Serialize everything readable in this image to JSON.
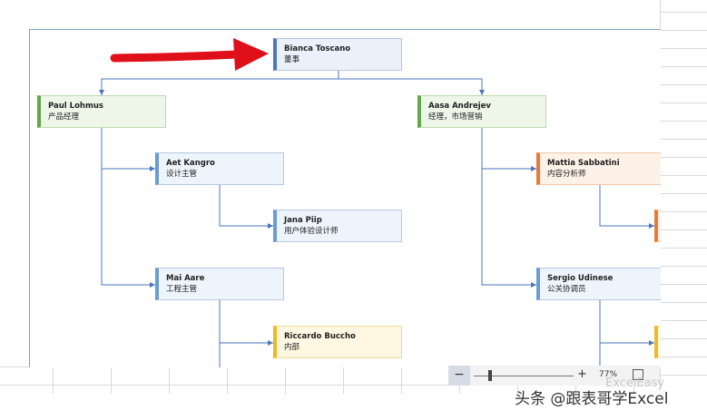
{
  "org_chart": {
    "ceo": {
      "name": "Bianca Toscano",
      "title": "董事"
    },
    "left_manager": {
      "name": "Paul Lohmus",
      "title": "产品经理"
    },
    "right_manager": {
      "name": "Aasa Andrejev",
      "title": "经理，市场营销"
    },
    "aet": {
      "name": "Aet Kangro",
      "title": "设计主管"
    },
    "jana": {
      "name": "Jana Piip",
      "title": "用户体验设计师"
    },
    "mai": {
      "name": "Mai Aare",
      "title": "工程主管"
    },
    "riccardo": {
      "name": "Riccardo Buccho",
      "title": "内部"
    },
    "mattia": {
      "name": "Mattia Sabbatini",
      "title": "内容分析师"
    },
    "sergio": {
      "name": "Sergio Udinese",
      "title": "公关协调员"
    }
  },
  "statusbar": {
    "zoom_out": "−",
    "zoom_in": "+",
    "zoom_level": "77%"
  },
  "watermark": {
    "text": "头条 @跟表哥学Excel",
    "faint": "ExcelEasy"
  },
  "colors": {
    "arrow": "#e0101b",
    "connector": "#4a76bd"
  }
}
